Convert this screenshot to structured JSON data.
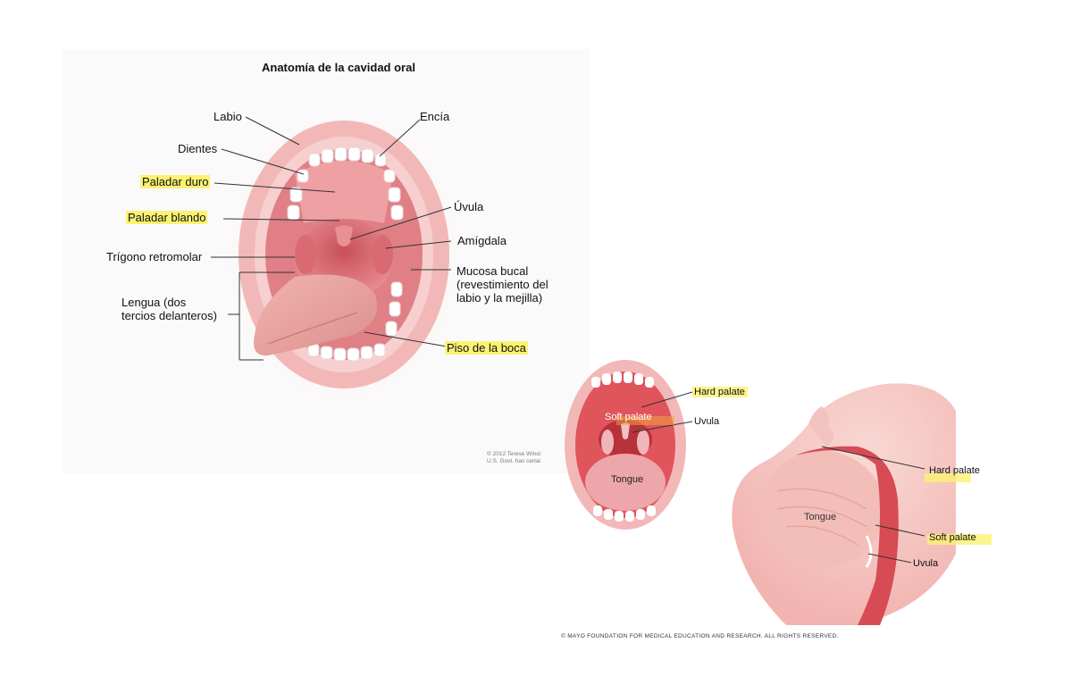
{
  "oral_cavity_es": {
    "title": "Anatomía de la cavidad oral",
    "labels": {
      "labio": "Labio",
      "encia": "Encía",
      "dientes": "Dientes",
      "paladar_duro": "Paladar duro",
      "uvula": "Úvula",
      "paladar_blando": "Paladar blando",
      "amigdala": "Amígdala",
      "trigono": "Trígono retromolar",
      "mucosa_1": "Mucosa bucal",
      "mucosa_2": "(revestimiento del",
      "mucosa_3": "labio y la mejilla)",
      "lengua_1": "Lengua (dos",
      "lengua_2": "tercios delanteros)",
      "piso": "Piso de la boca"
    },
    "credit_1": "© 2012 Terese Winsl",
    "credit_2": "U.S. Govt. has certai"
  },
  "mouth_front_en": {
    "labels": {
      "hard_palate": "Hard palate",
      "soft_palate": "Soft palate",
      "uvula": "Uvula",
      "tongue": "Tongue"
    }
  },
  "head_side_en": {
    "labels": {
      "hard_palate": "Hard palate",
      "tongue": "Tongue",
      "soft_palate": "Soft palate",
      "uvula": "Uvula"
    }
  },
  "footer": {
    "copyright": "© MAYO FOUNDATION FOR MEDICAL EDUCATION AND RESEARCH. ALL RIGHTS RESERVED."
  },
  "colors": {
    "highlight": "#fbf272",
    "lip_pink": "#f2b8b8",
    "tissue_red": "#d9525a",
    "tongue_pink": "#e9a7a3"
  }
}
